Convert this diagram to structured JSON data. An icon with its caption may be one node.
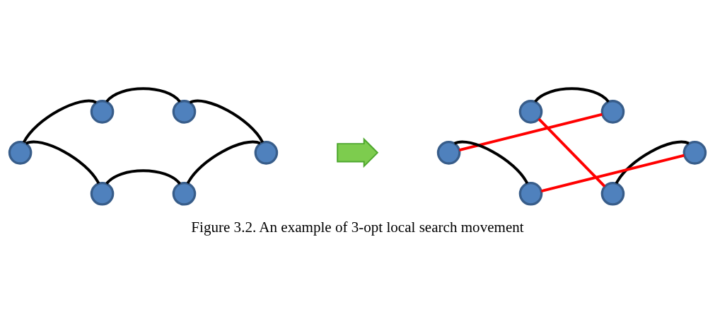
{
  "diagram": {
    "caption": "Figure 3.2. An example of 3-opt local search movement",
    "nodes": [
      {
        "text": [],
        "shape": "circle"
      },
      {
        "text": [],
        "shape": "circle"
      },
      {
        "text": [],
        "shape": "circle"
      },
      {
        "text": [],
        "shape": "circle"
      },
      {
        "text": [],
        "shape": "circle"
      },
      {
        "text": [],
        "shape": "circle"
      },
      {
        "text": [],
        "shape": "arrow"
      },
      {
        "text": [],
        "shape": "circle"
      },
      {
        "text": [],
        "shape": "circle"
      },
      {
        "text": [],
        "shape": "circle"
      },
      {
        "text": [],
        "shape": "circle"
      },
      {
        "text": [],
        "shape": "circle"
      },
      {
        "text": [],
        "shape": "circle"
      }
    ],
    "edges": [
      {
        "from": 0,
        "to": 1,
        "arrow": "none"
      },
      {
        "from": 1,
        "to": 2,
        "arrow": "none"
      },
      {
        "from": 2,
        "to": 5,
        "arrow": "none"
      },
      {
        "from": 5,
        "to": 4,
        "arrow": "none"
      },
      {
        "from": 4,
        "to": 3,
        "arrow": "none"
      },
      {
        "from": 3,
        "to": 0,
        "arrow": "none"
      },
      {
        "from": 7,
        "to": 8,
        "arrow": "none"
      },
      {
        "from": 7,
        "to": 12,
        "arrow": "none",
        "color": "#ff0000"
      },
      {
        "from": 8,
        "to": 10,
        "arrow": "none",
        "color": "#ff0000"
      },
      {
        "from": 10,
        "to": 11,
        "arrow": "none"
      },
      {
        "from": 11,
        "to": 9,
        "arrow": "none",
        "color": "#ff0000"
      },
      {
        "from": 9,
        "to": 12,
        "arrow": "none"
      }
    ]
  }
}
